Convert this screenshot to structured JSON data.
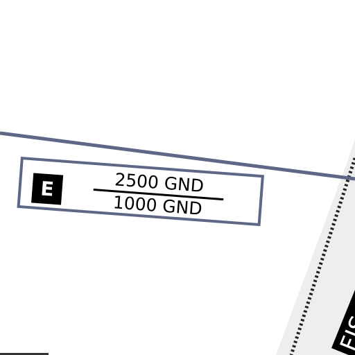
{
  "airspace": {
    "class": "E",
    "upper_limit": "2500 GND",
    "lower_limit": "1000 GND",
    "boundary_color": "#5e6886"
  },
  "fis": {
    "label": "FIS"
  },
  "colors": {
    "background": "#ffffff",
    "boundary": "#5e6886",
    "corridor": "#eeeeee",
    "label_fill": "#000000",
    "label_text": "#ffffff"
  }
}
